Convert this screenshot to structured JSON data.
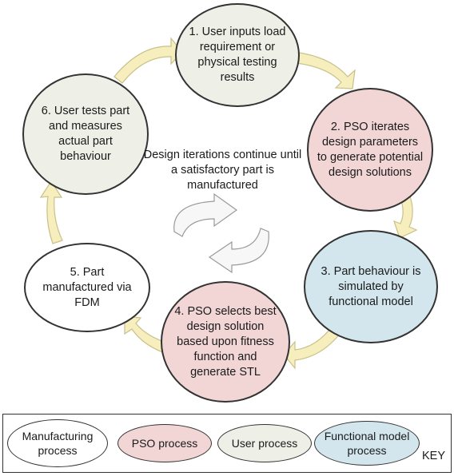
{
  "nodes": [
    {
      "id": "n1",
      "text": "1. User inputs load requirement or physical testing results",
      "process": "user"
    },
    {
      "id": "n2",
      "text": "2. PSO iterates design parameters to generate potential design solutions",
      "process": "pso"
    },
    {
      "id": "n3",
      "text": "3. Part behaviour is simulated by functional model",
      "process": "functional"
    },
    {
      "id": "n4",
      "text": "4. PSO selects best design solution based upon fitness function and generate STL",
      "process": "pso"
    },
    {
      "id": "n5",
      "text": "5. Part manufactured via FDM",
      "process": "manufacturing"
    },
    {
      "id": "n6",
      "text": "6. User tests part and measures actual part behaviour",
      "process": "user"
    }
  ],
  "center_text": "Design iterations continue until a satisfactory part is manufactured",
  "key": {
    "label": "KEY",
    "items": [
      {
        "text": "Manufacturing process",
        "process": "manufacturing"
      },
      {
        "text": "PSO process",
        "process": "pso"
      },
      {
        "text": "User process",
        "process": "user"
      },
      {
        "text": "Functional model process",
        "process": "functional"
      }
    ]
  },
  "colors": {
    "manufacturing": "#ffffff",
    "pso": "#f2d6d6",
    "user": "#eef0e8",
    "functional": "#d3e6ee",
    "arrow_fill": "#f6efbd",
    "arrow_stroke": "#c9c08a"
  }
}
